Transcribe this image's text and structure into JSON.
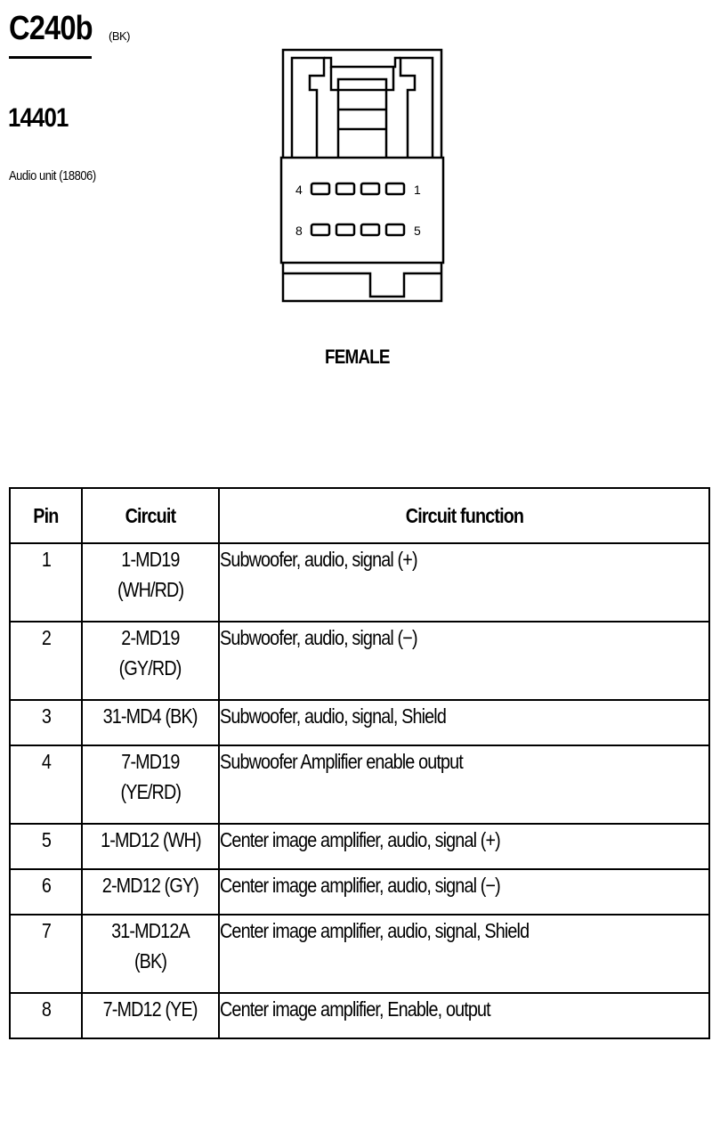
{
  "header": {
    "connector_id": "C240b",
    "connector_color": "(BK)",
    "part_number": "14401",
    "component_name": "Audio unit (18806)"
  },
  "diagram": {
    "top_row_left_pin": "4",
    "top_row_right_pin": "1",
    "bottom_row_left_pin": "8",
    "bottom_row_right_pin": "5",
    "gender": "FEMALE"
  },
  "table": {
    "headers": [
      "Pin",
      "Circuit",
      "Circuit function"
    ],
    "rows": [
      {
        "pin": "1",
        "circuit_line1": "1-MD19",
        "circuit_line2": "(WH/RD)",
        "function": "Subwoofer, audio, signal (+)"
      },
      {
        "pin": "2",
        "circuit_line1": "2-MD19",
        "circuit_line2": "(GY/RD)",
        "function": "Subwoofer, audio, signal (−)"
      },
      {
        "pin": "3",
        "circuit_line1": "31-MD4 (BK)",
        "circuit_line2": "",
        "function": "Subwoofer, audio, signal, Shield"
      },
      {
        "pin": "4",
        "circuit_line1": "7-MD19",
        "circuit_line2": "(YE/RD)",
        "function": "Subwoofer Amplifier enable output"
      },
      {
        "pin": "5",
        "circuit_line1": "1-MD12 (WH)",
        "circuit_line2": "",
        "function": "Center image amplifier, audio, signal (+)"
      },
      {
        "pin": "6",
        "circuit_line1": "2-MD12 (GY)",
        "circuit_line2": "",
        "function": "Center image amplifier, audio, signal (−)"
      },
      {
        "pin": "7",
        "circuit_line1": "31-MD12A",
        "circuit_line2": "(BK)",
        "function": "Center image amplifier, audio, signal, Shield"
      },
      {
        "pin": "8",
        "circuit_line1": "7-MD12 (YE)",
        "circuit_line2": "",
        "function": "Center image amplifier, Enable, output"
      }
    ]
  }
}
